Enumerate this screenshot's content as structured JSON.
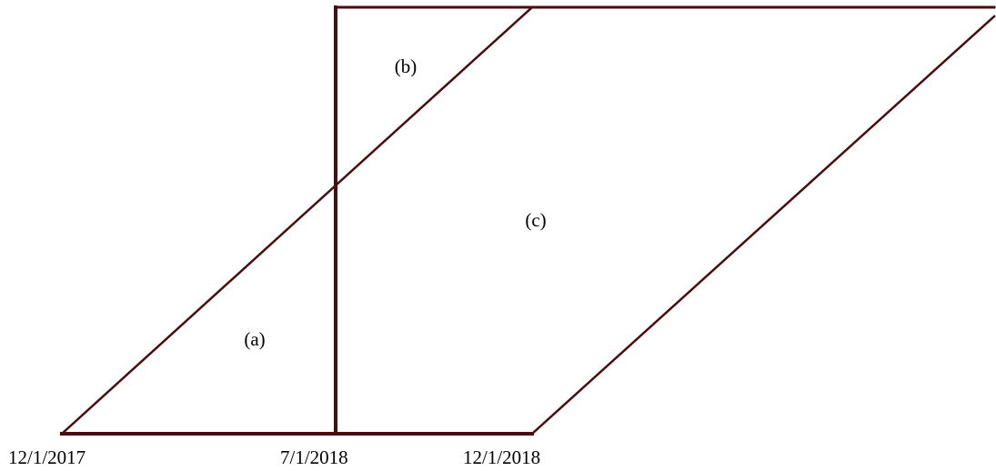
{
  "colors": {
    "line": "#4a0c0c",
    "background": "#ffffff",
    "text": "#000000"
  },
  "regions": {
    "a": "(a)",
    "b": "(b)",
    "c": "(c)"
  },
  "dates": {
    "start": "12/1/2017",
    "middle": "7/1/2018",
    "end": "12/1/2018"
  }
}
